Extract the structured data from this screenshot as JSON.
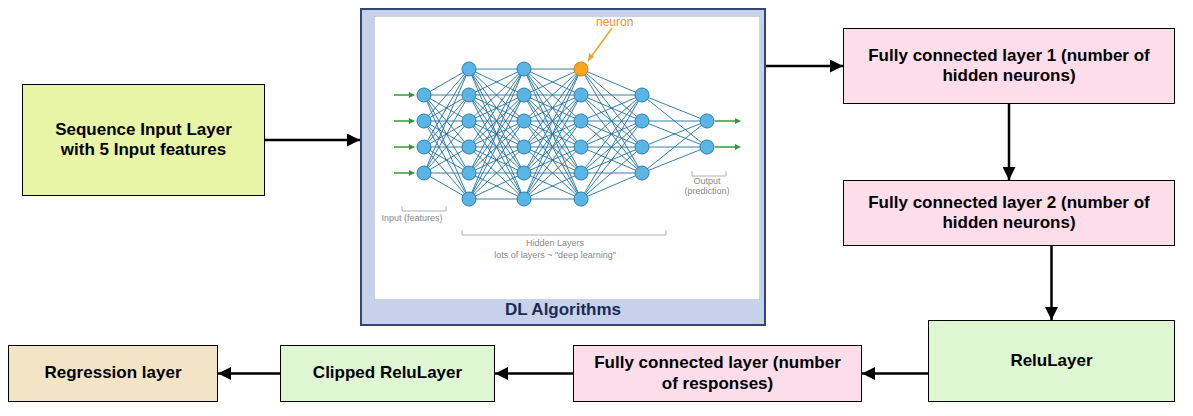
{
  "diagram": {
    "nodes": [
      {
        "text": [
          "Sequence Input Layer with 5 Input features"
        ]
      },
      {
        "text": [
          "DL Algorithms"
        ]
      },
      {
        "text": [
          "Fully connected layer 1 (number of hidden neurons)"
        ]
      },
      {
        "text": [
          "Fully connected layer 2 (number of hidden neurons)"
        ]
      },
      {
        "text": [
          "ReluLayer"
        ]
      },
      {
        "text": [
          "Fully connected layer (number of responses)"
        ]
      },
      {
        "text": [
          "Clipped ReluLayer"
        ]
      },
      {
        "text": [
          "Regression layer"
        ]
      }
    ],
    "edges": [
      {
        "from": 0,
        "to": 1,
        "arrow": "to"
      },
      {
        "from": 1,
        "to": 2,
        "arrow": "to"
      },
      {
        "from": 2,
        "to": 3,
        "arrow": "to"
      },
      {
        "from": 3,
        "to": 4,
        "arrow": "to"
      },
      {
        "from": 4,
        "to": 5,
        "arrow": "to"
      },
      {
        "from": 5,
        "to": 6,
        "arrow": "to"
      },
      {
        "from": 6,
        "to": 7,
        "arrow": "to"
      }
    ],
    "labels": [
      "neuron",
      "Input (features)",
      "Hidden Layers",
      "lots of layers ~ \"deep learning\"",
      "Output (prediction)"
    ]
  }
}
